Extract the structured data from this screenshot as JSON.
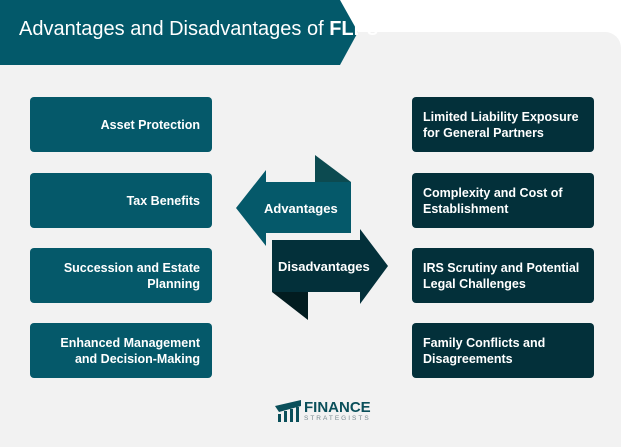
{
  "title": {
    "prefix": "Advantages and Disadvantages of ",
    "bold": "FLPs"
  },
  "advantages_label": "Advantages",
  "disadvantages_label": "Disadvantages",
  "advantages": [
    "Asset Protection",
    "Tax Benefits",
    "Succession and Estate Planning",
    "Enhanced Management and Decision-Making"
  ],
  "disadvantages": [
    "Limited Liability Exposure for General Partners",
    "Complexity and Cost of Establishment",
    "IRS Scrutiny and Potential Legal Challenges",
    "Family Conflicts and Disagreements"
  ],
  "logo": {
    "line1": "FINANCE",
    "line2": "STRATEGISTS"
  },
  "colors": {
    "banner": "#03596a",
    "advantage": "#05596a",
    "disadvantage": "#03303a"
  }
}
